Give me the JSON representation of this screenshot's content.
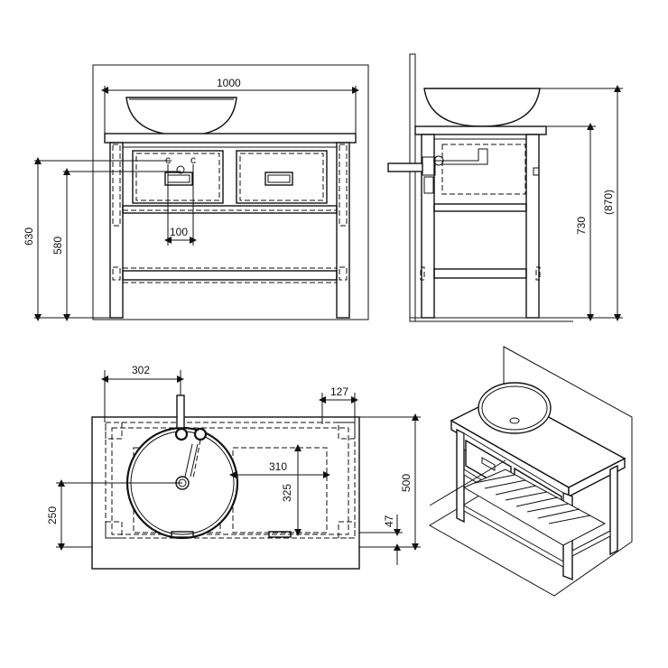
{
  "front_view": {
    "width_label": "1000",
    "height_630": "630",
    "height_580": "580",
    "spacing_100": "100"
  },
  "side_view": {
    "height_730": "730",
    "height_870": "(870)"
  },
  "top_view": {
    "dim_302": "302",
    "dim_127": "127",
    "dim_310": "310",
    "dim_325": "325",
    "dim_500": "500",
    "dim_250": "250",
    "dim_47": "47"
  }
}
